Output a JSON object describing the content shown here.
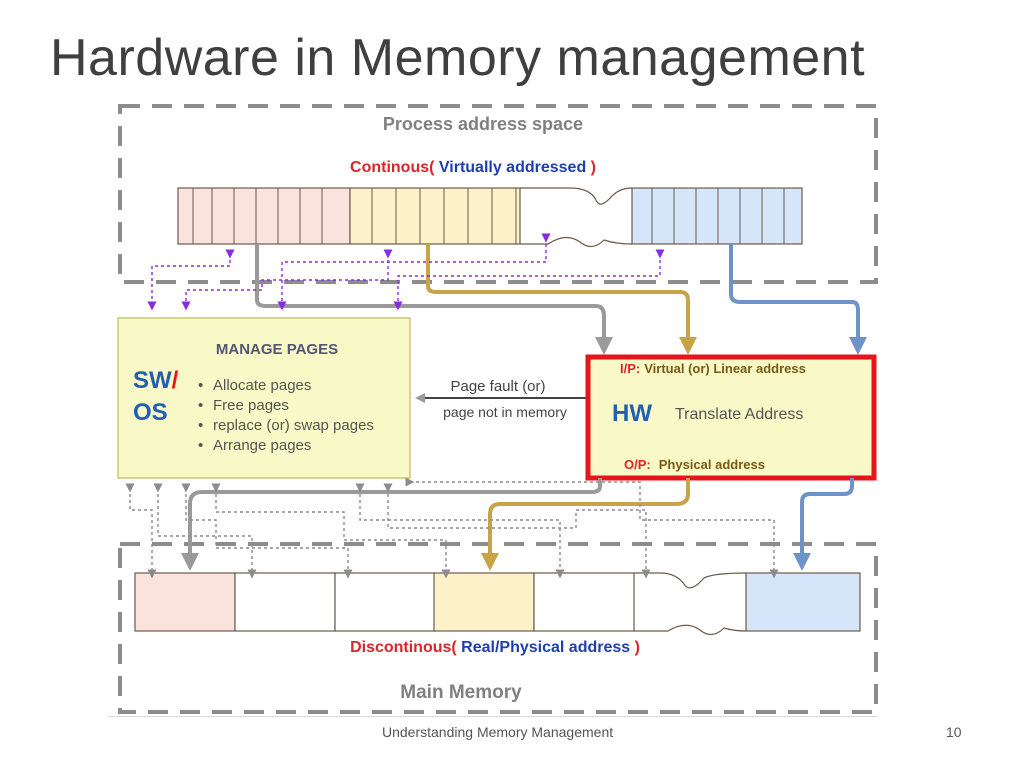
{
  "slide": {
    "title": "Hardware in Memory management",
    "footer": "Understanding Memory Management",
    "page_number": "10"
  },
  "process_space": {
    "label": "Process address space",
    "caption_prefix": "Continous(",
    "caption_highlight": "Virtually addressed",
    "caption_suffix": ")"
  },
  "os_box": {
    "sw_label": "SW/",
    "os_label": "OS",
    "heading": "MANAGE PAGES",
    "items": [
      "Allocate pages",
      "Free pages",
      "replace (or) swap pages",
      "Arrange pages"
    ]
  },
  "page_fault": {
    "line1": "Page fault (or)",
    "line2": "page not in memory"
  },
  "hw_box": {
    "input_prefix": "I/P:",
    "input_text": "Virtual (or) Linear address",
    "hw_label": "HW",
    "translate_text": "Translate Address",
    "output_prefix": "O/P:",
    "output_text": "Physical address"
  },
  "main_memory": {
    "caption_prefix": "Discontinous(",
    "caption_highlight": "Real/Physical address",
    "caption_suffix": ")",
    "label": "Main Memory"
  },
  "colors": {
    "pink": "#fbe3dd",
    "yellow": "#fdf1c9",
    "blue": "#d6e6fa",
    "grey_arrow": "#9a9a9a",
    "gold_arrow": "#c8a348",
    "blue_arrow": "#6e93c8",
    "purple_arrow": "#8a2be2",
    "hw_border": "#e8141b",
    "box_fill": "#f8f9c6"
  }
}
